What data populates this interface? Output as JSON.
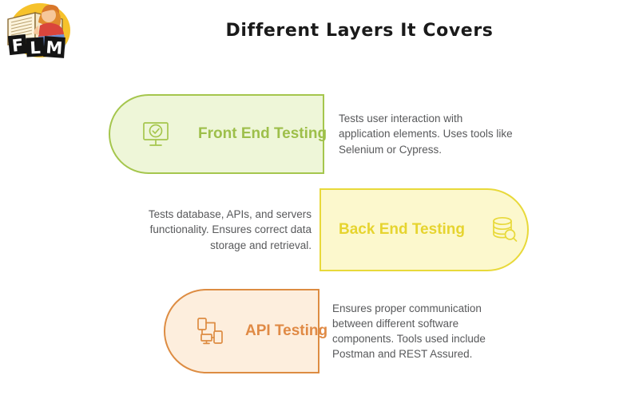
{
  "header": {
    "title": "Different Layers It Covers",
    "logo": {
      "name": "flm-logo",
      "letters": "FLM",
      "alt": "FLM logo of a child reading a book"
    }
  },
  "theme": {
    "green_border": "#a5c64d",
    "green_fill": "#eef6d8",
    "green_text": "#9dbf4a",
    "yellow_border": "#e8d93a",
    "yellow_fill": "#fcf8cd",
    "yellow_text": "#e6d42f",
    "orange_border": "#dd8c42",
    "orange_fill": "#fdeedd",
    "orange_text": "#e08a45",
    "body_text": "#58595b",
    "title_text": "#1a1a1a"
  },
  "layers": [
    {
      "id": "frontend",
      "label": "Front End Testing",
      "icon": "monitor-check-icon",
      "description": "Tests user interaction with application elements. Uses tools like Selenium or Cypress.",
      "side": "left"
    },
    {
      "id": "backend",
      "label": "Back End Testing",
      "icon": "database-search-icon",
      "description": "Tests database, APIs, and servers functionality. Ensures correct data storage and retrieval.",
      "side": "right"
    },
    {
      "id": "api",
      "label": "API Testing",
      "icon": "network-devices-icon",
      "description": "Ensures proper communication between different software components. Tools used include Postman and REST Assured.",
      "side": "left"
    }
  ]
}
